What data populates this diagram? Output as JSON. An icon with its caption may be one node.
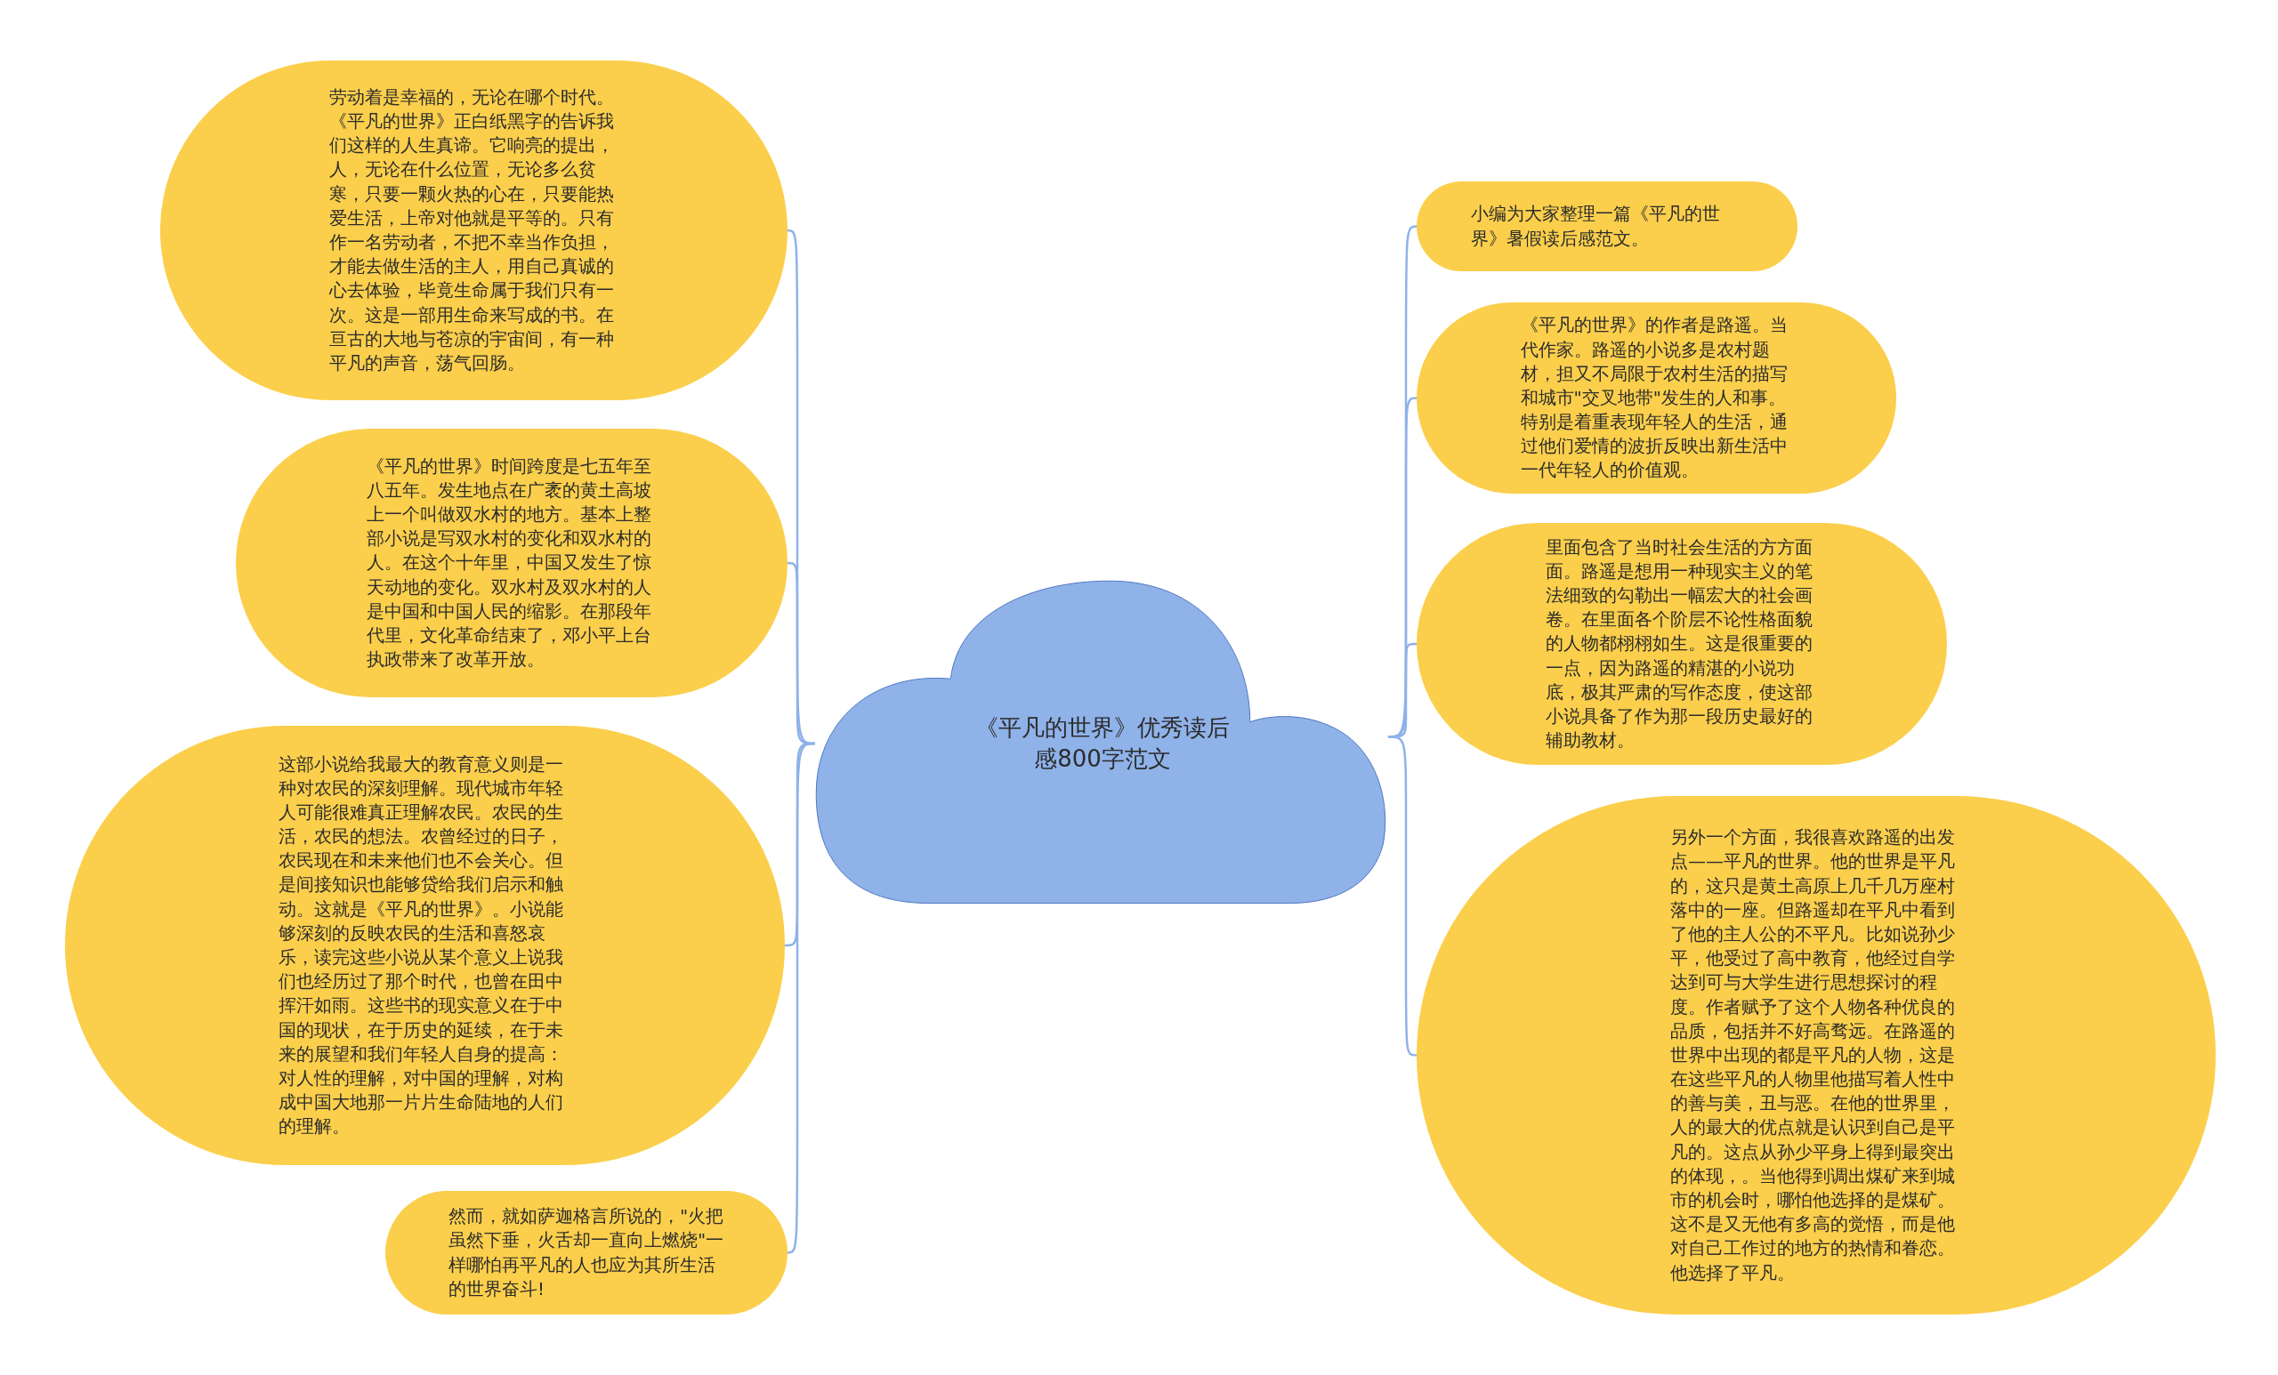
{
  "diagram": {
    "nodes": [
      {
        "text": [
          "《平凡的世界》优秀读后感800字范文"
        ]
      },
      {
        "text": [
          "劳动着是幸福的，无论在哪个时代。《平凡的世界》正白纸黑字的告诉我们这样的人生真谛。它响亮的提出，人，无论在什么位置，无论多么贫寒，只要一颗火热的心在，只要能热爱生活，上帝对他就是平等的。只有作一名劳动者，不把不幸当作负担，才能去做生活的主人，用自己真诚的心去体验，毕竟生命属于我们只有一次。这是一部用生命来写成的书。在亘古的大地与苍凉的宇宙间，有一种平凡的声音，荡气回肠。"
        ]
      },
      {
        "text": [
          "《平凡的世界》时间跨度是七五年至八五年。发生地点在广袤的黄土高坡上一个叫做双水村的地方。基本上整部小说是写双水村的变化和双水村的人。在这个十年里，中国又发生了惊天动地的变化。双水村及双水村的人是中国和中国人民的缩影。在那段年代里，文化革命结束了，邓小平上台执政带来了改革开放。"
        ]
      },
      {
        "text": [
          "这部小说给我最大的教育意义则是一种对农民的深刻理解。现代城市年轻人可能很难真正理解农民。农民的生活，农民的想法。农曾经过的日子，农民现在和未来他们也不会关心。但是间接知识也能够贷给我们启示和触动。这就是《平凡的世界》。小说能够深刻的反映农民的生活和喜怒哀乐，读完这些小说从某个意义上说我们也经历过了那个时代，也曾在田中挥汗如雨。这些书的现实意义在于中国的现状，在于历史的延续，在于未来的展望和我们年轻人自身的提高：对人性的理解，对中国的理解，对构成中国大地那一片片生命陆地的人们的理解。"
        ]
      },
      {
        "text": [
          "然而，就如萨迦格言所说的，\"火把虽然下垂，火舌却一直向上燃烧\"一样哪怕再平凡的人也应为其所生活的世界奋斗!"
        ]
      },
      {
        "text": [
          "小编为大家整理一篇《平凡的世界》暑假读后感范文。"
        ]
      },
      {
        "text": [
          "《平凡的世界》的作者是路遥。当代作家。路遥的小说多是农村题材，担又不局限于农村生活的描写和城市\"交叉地带\"发生的人和事。特别是着重表现年轻人的生活，通过他们爱情的波折反映出新生活中一代年轻人的价值观。"
        ]
      },
      {
        "text": [
          "里面包含了当时社会生活的方方面面。路遥是想用一种现实主义的笔法细致的勾勒出一幅宏大的社会画卷。在里面各个阶层不论性格面貌的人物都栩栩如生。这是很重要的一点，因为路遥的精湛的小说功底，极其严肃的写作态度，使这部小说具备了作为那一段历史最好的辅助教材。"
        ]
      },
      {
        "text": [
          "另外一个方面，我很喜欢路遥的出发点——平凡的世界。他的世界是平凡的，这只是黄土高原上几千几万座村落中的一座。但路遥却在平凡中看到了他的主人公的不平凡。比如说孙少平，他受过了高中教育，他经过自学达到可与大学生进行思想探讨的程度。作者赋予了这个人物各种优良的品质，包括并不好高骛远。在路遥的世界中出现的都是平凡的人物，这是在这些平凡的人物里他描写着人性中的善与美，丑与恶。在他的世界里，人的最大的优点就是认识到自己是平凡的。这点从孙少平身上得到最突出的体现，。当他得到调出煤矿来到城市的机会时，哪怕他选择的是煤矿。这不是又无他有多高的觉悟，而是他对自己工作过的地方的热情和眷恋。他选择了平凡。"
        ]
      }
    ],
    "edges": [
      {
        "from": 0,
        "to": 1,
        "arrow": "none"
      },
      {
        "from": 0,
        "to": 2,
        "arrow": "none"
      },
      {
        "from": 0,
        "to": 3,
        "arrow": "none"
      },
      {
        "from": 0,
        "to": 4,
        "arrow": "none"
      },
      {
        "from": 0,
        "to": 5,
        "arrow": "none"
      },
      {
        "from": 0,
        "to": 6,
        "arrow": "none"
      },
      {
        "from": 0,
        "to": 7,
        "arrow": "none"
      },
      {
        "from": 0,
        "to": 8,
        "arrow": "none"
      }
    ]
  }
}
